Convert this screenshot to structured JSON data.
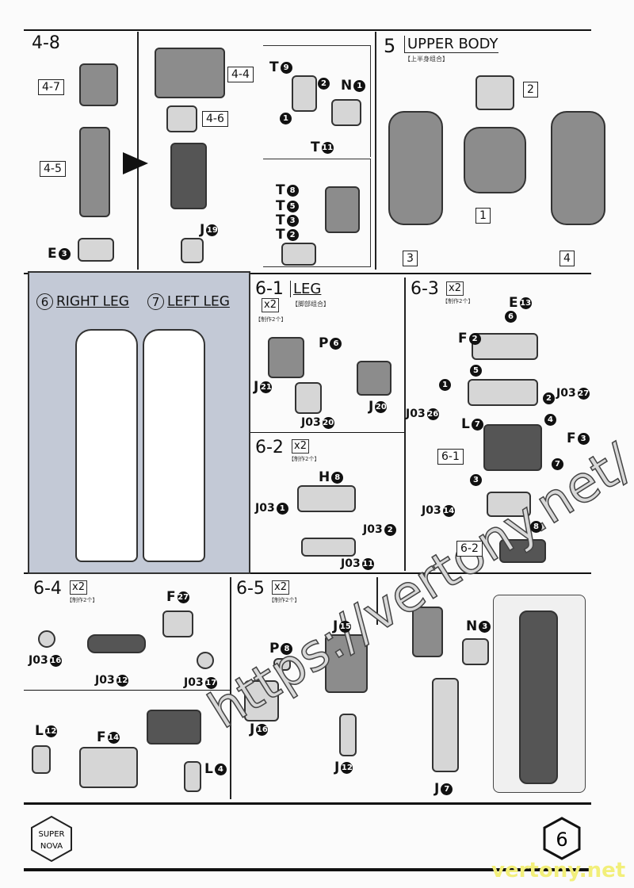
{
  "s48": {
    "step": "4-8",
    "b47": "4-7",
    "b45": "4-5",
    "e3": {
      "t": "E",
      "n": "3"
    },
    "b44": "4-4",
    "b46": "4-6",
    "j19": {
      "t": "J",
      "n": "19"
    },
    "t9": {
      "t": "T",
      "n": "9"
    },
    "n1": {
      "t": "N",
      "n": "1"
    },
    "c2": {
      "t": "",
      "n": "2"
    },
    "c1": {
      "t": "",
      "n": "1"
    },
    "t11": {
      "t": "T",
      "n": "11"
    },
    "t8": {
      "t": "T",
      "n": "8"
    },
    "t5": {
      "t": "T",
      "n": "5"
    },
    "t3": {
      "t": "T",
      "n": "3"
    },
    "t2": {
      "t": "T",
      "n": "2"
    }
  },
  "s5": {
    "step": "5",
    "title": "UPPER BODY",
    "sub": "【上半身组合】",
    "b2": "2",
    "b1": "1",
    "b3": "3",
    "b4": "4"
  },
  "legs": {
    "n6": "6",
    "right": "RIGHT LEG",
    "n7": "7",
    "left": "LEFT LEG"
  },
  "s61": {
    "step": "6-1",
    "title": "LEG",
    "sub": "【脚部组合】",
    "x2": "x2",
    "note": "【制作2个】",
    "p6": {
      "t": "P",
      "n": "6"
    },
    "j21": {
      "t": "J",
      "n": "21"
    },
    "j20": {
      "t": "J",
      "n": "20"
    },
    "j0320": {
      "t": "J03",
      "n": "20"
    }
  },
  "s62": {
    "step": "6-2",
    "x2": "x2",
    "note": "【制作2个】",
    "h8": {
      "t": "H",
      "n": "8"
    },
    "j031": {
      "t": "J03",
      "n": "1"
    },
    "j032": {
      "t": "J03",
      "n": "2"
    },
    "j0311": {
      "t": "J03",
      "n": "11"
    }
  },
  "s63": {
    "step": "6-3",
    "x2": "x2",
    "note": "【制作2个】",
    "e13": {
      "t": "E",
      "n": "13"
    },
    "c6": {
      "t": "",
      "n": "6"
    },
    "f2": {
      "t": "F",
      "n": "2"
    },
    "c5": {
      "t": "",
      "n": "5"
    },
    "c1": {
      "t": "",
      "n": "1"
    },
    "c2": {
      "t": "",
      "n": "2"
    },
    "j0327": {
      "t": "J03",
      "n": "27"
    },
    "j0326": {
      "t": "J03",
      "n": "26"
    },
    "l7": {
      "t": "L",
      "n": "7"
    },
    "c4": {
      "t": "",
      "n": "4"
    },
    "f3": {
      "t": "F",
      "n": "3"
    },
    "c7": {
      "t": "",
      "n": "7"
    },
    "b61": "6-1",
    "c3": {
      "t": "",
      "n": "3"
    },
    "j0314": {
      "t": "J03",
      "n": "14"
    },
    "c8": {
      "t": "",
      "n": "8"
    },
    "b62": "6-2"
  },
  "s64": {
    "step": "6-4",
    "x2": "x2",
    "note": "【制作2个】",
    "f27": {
      "t": "F",
      "n": "27"
    },
    "j0316": {
      "t": "J03",
      "n": "16"
    },
    "j0312": {
      "t": "J03",
      "n": "12"
    },
    "j0317": {
      "t": "J03",
      "n": "17"
    },
    "l12": {
      "t": "L",
      "n": "12"
    },
    "f14": {
      "t": "F",
      "n": "14"
    },
    "l4": {
      "t": "L",
      "n": "4"
    }
  },
  "s65": {
    "step": "6-5",
    "x2": "x2",
    "note": "【制作2个】",
    "j15": {
      "t": "J",
      "n": "15"
    },
    "p8": {
      "t": "P",
      "n": "8"
    },
    "j16": {
      "t": "J",
      "n": "16"
    },
    "j12": {
      "t": "J",
      "n": "12"
    }
  },
  "s66": {
    "n3": {
      "t": "N",
      "n": "3"
    },
    "j7": {
      "t": "J",
      "n": "7"
    }
  },
  "footer": {
    "logo1": "SUPER",
    "logo2": "NOVA",
    "page": "6",
    "watermark": "https://vertony.net/",
    "watermark2": "vertony.net"
  }
}
